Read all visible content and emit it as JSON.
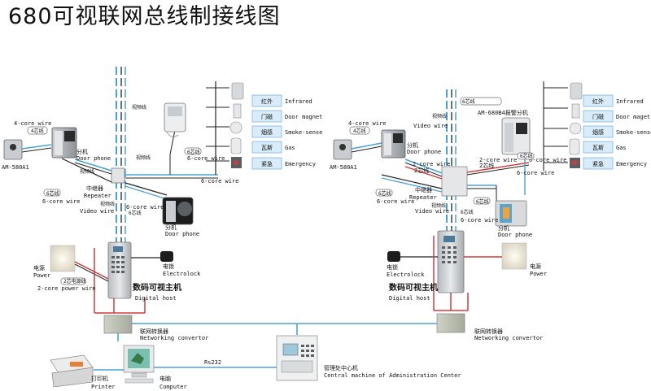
{
  "title": "680可视联网总线制接线图",
  "colors": {
    "wire_blue": "#4aa3d6",
    "wire_red": "#d23a3a",
    "wire_dark": "#222",
    "sensor_box": "#d9ecf9",
    "sensor_border": "#7fb7e3"
  },
  "left": {
    "core4_wire": "4-core wire",
    "core4_tag": "4芯线",
    "outdoor_model": "AM-580A1",
    "door_phone_cn": "分机",
    "door_phone_en": "Door phone",
    "video_tag_cn": "视频线",
    "core6_tag_cn": "6芯线",
    "core6_wire": "6-core wire",
    "repeater_cn": "中继器",
    "repeater_en": "Repeater",
    "video_wire": "Video wire",
    "core6_wire2": "6-core wire",
    "core6_tag2": "6芯线",
    "door_phone2_cn": "分机",
    "door_phone2_en": "Door phone",
    "electrolock_cn": "电锁",
    "electrolock_en": "Electrolock",
    "power_cn": "电源",
    "power_en": "Power",
    "power_tag": "2芯电源线",
    "power_wire": "2-core power wire",
    "host_cn": "数码可视主机",
    "host_en": "Digital host",
    "conv_cn": "联网转换器",
    "conv_en": "Networking convertor",
    "tag_6core": "6芯线",
    "wire_6core": "6-core wire",
    "tag_video": "视频线",
    "video_tag_top": "视频线"
  },
  "right": {
    "alarm_ext": "AM-680B4报警分机",
    "outdoor_model": "AM-580A1",
    "core4_wire": "4-core wire",
    "core4_tag": "4芯线",
    "door_phone_cn": "分机",
    "door_phone_en": "Door phone",
    "video_tag": "视频线",
    "video_wire": "Video wire",
    "core2_wire": "2-core wire",
    "core2_tag": "2芯线",
    "core2_wire_b": "2-core wire",
    "core2_tag_b": "2芯线",
    "core6_wire_right": "6-core wire",
    "core6_tag_right": "6芯线",
    "repeater_cn": "中继器",
    "repeater_en": "Repeater",
    "core6_tag": "6芯线",
    "core6_wire": "6-core wire",
    "video_wire2": "Video wire",
    "video_tag2": "视频线",
    "core6_tag2": "6芯线",
    "core6_wire2": "6-core wire",
    "door_phone2_cn": "分机",
    "door_phone2_en": "Door phone",
    "electrolock_cn": "电锁",
    "electrolock_en": "Electrolock",
    "host_cn": "数码可视主机",
    "host_en": "Digital host",
    "power_cn": "电源",
    "power_en": "Power",
    "conv_cn": "联网转换器",
    "conv_en": "Networking convertor",
    "video_tag_top": "视频线"
  },
  "sensors_left": [
    {
      "cn": "红外",
      "en": "Infrared",
      "icon": "infrared-icon"
    },
    {
      "cn": "门磁",
      "en": "Door magnet",
      "icon": "door-magnet-icon"
    },
    {
      "cn": "烟感",
      "en": "Smoke-sense",
      "icon": "smoke-icon"
    },
    {
      "cn": "瓦斯",
      "en": "Gas",
      "icon": "gas-icon"
    },
    {
      "cn": "紧急",
      "en": "Emergency",
      "icon": "emergency-icon"
    }
  ],
  "sensors_right": [
    {
      "cn": "红外",
      "en": "Infrared",
      "icon": "infrared-icon"
    },
    {
      "cn": "门磁",
      "en": "Door maget",
      "icon": "door-magnet-icon"
    },
    {
      "cn": "烟感",
      "en": "Smoke-sense",
      "icon": "smoke-icon"
    },
    {
      "cn": "瓦斯",
      "en": "Gas",
      "icon": "gas-icon"
    },
    {
      "cn": "紧急",
      "en": "Emergency",
      "icon": "emergency-icon"
    }
  ],
  "bottom": {
    "printer_cn": "打印机",
    "printer_en": "Printer",
    "computer_cn": "电脑",
    "computer_en": "Computer",
    "rs232": "Rs232",
    "center_cn": "管理处中心机",
    "center_en": "Central machine of Administration Center"
  }
}
